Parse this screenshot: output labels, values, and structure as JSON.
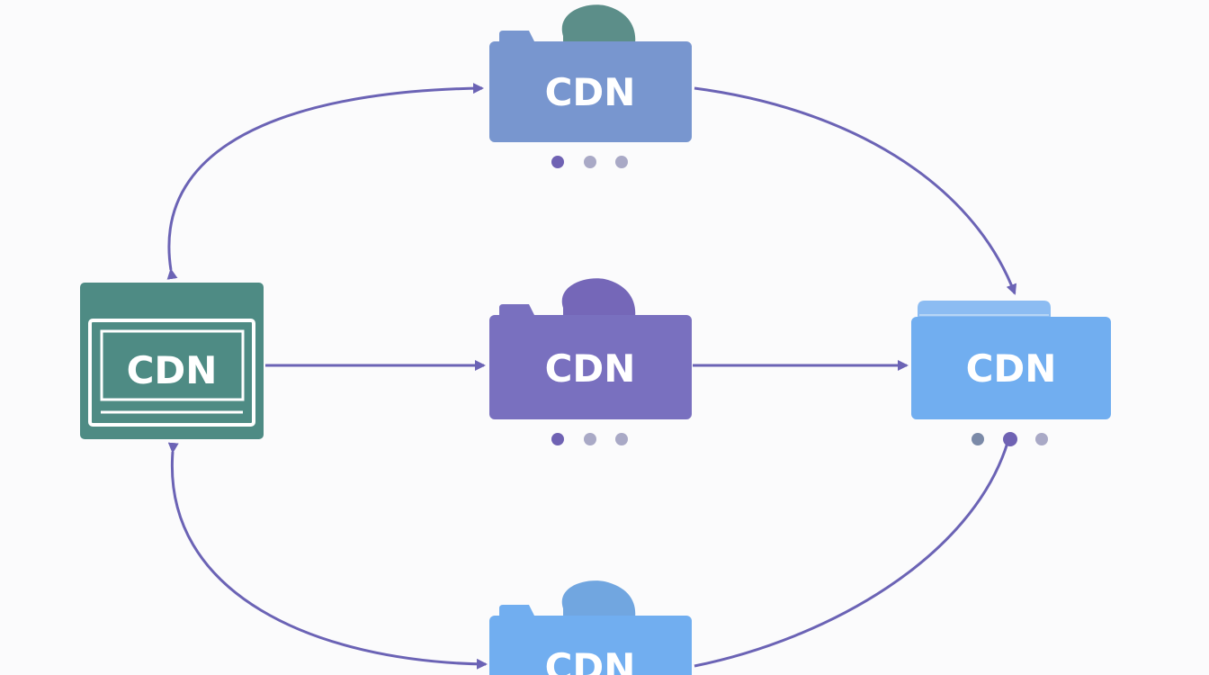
{
  "colors": {
    "background": "#fbfbfc",
    "arrow": "#6b63b5",
    "teal": "#4e8b84",
    "teal_inner_border": "#ffffff",
    "indigo": "#7970bf",
    "periwinkle": "#7896cf",
    "sky": "#71aef0",
    "dot_active": "#6f62b3",
    "dot_inactive": "#a9a9c6",
    "dot_dark": "#7b8aa8"
  },
  "nodes": {
    "origin_server": {
      "label": "CDN",
      "icon": "server-window-icon"
    },
    "top_folder": {
      "label": "CDN",
      "icon": "folder-leaf-icon"
    },
    "middle_folder": {
      "label": "CDN",
      "icon": "folder-leaf-icon"
    },
    "right_folder": {
      "label": "CDN",
      "icon": "folder-icon"
    },
    "bottom_folder": {
      "label": "CDN",
      "icon": "folder-leaf-icon"
    }
  }
}
